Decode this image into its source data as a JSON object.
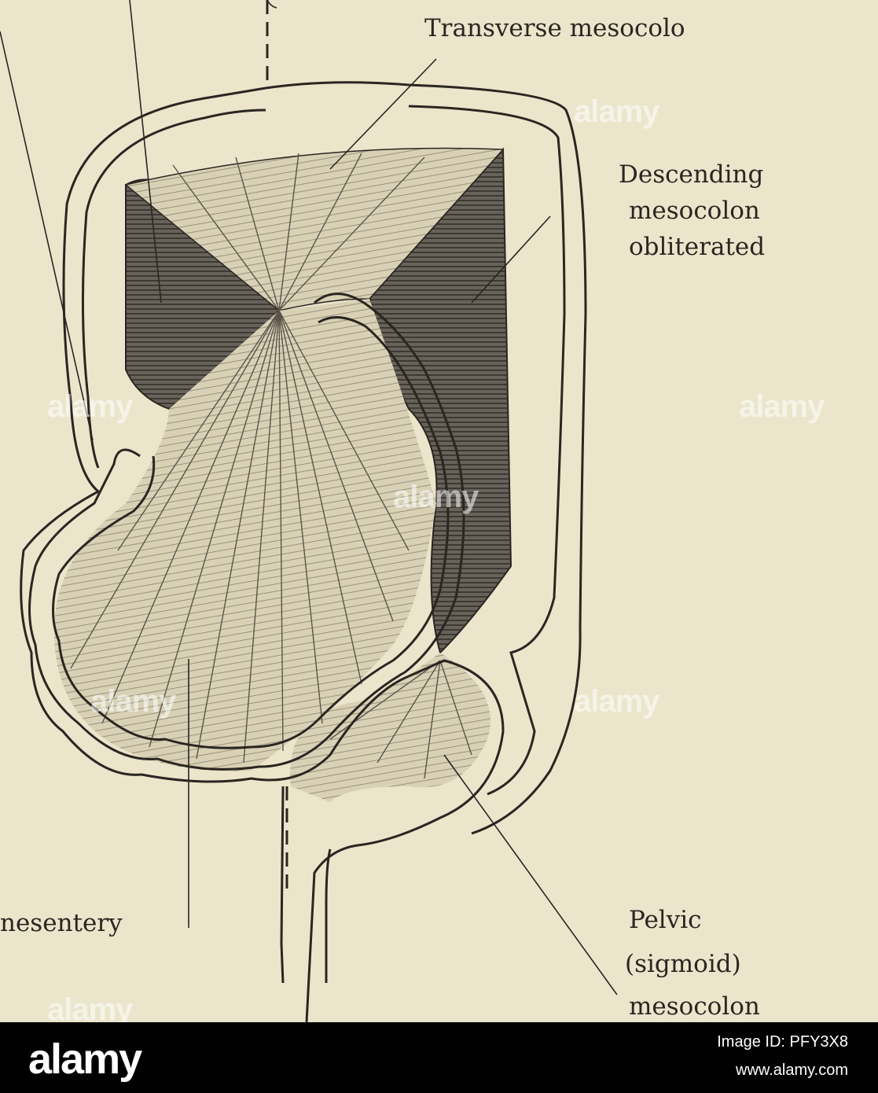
{
  "labels": {
    "transverse_mesocolon": "Transverse mesocolo",
    "descending_line1": "Descending",
    "descending_line2": "mesocolon",
    "descending_line3": "obliterated",
    "mesentery": "nesentery",
    "pelvic_line1": "Pelvic",
    "pelvic_line2": "(sigmoid)",
    "pelvic_line3": "mesocolon"
  },
  "watermark": {
    "text": "alamy"
  },
  "footer": {
    "logo": "alamy",
    "image_id": "Image ID: PFY3X8",
    "url": "www.alamy.com"
  },
  "colors": {
    "paper": "#ebe5cc",
    "ink": "#2a2620",
    "dark_shading": "#5a554a",
    "light_shading": "#c9c2a6"
  }
}
